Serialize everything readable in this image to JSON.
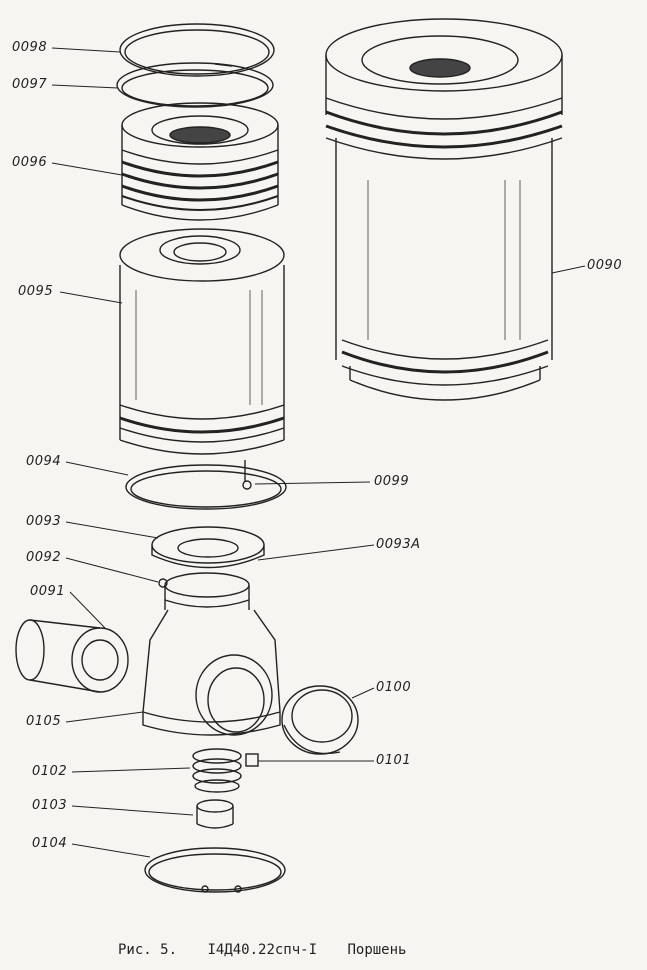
{
  "labels": {
    "p0098": "0098",
    "p0097": "0097",
    "p0096": "0096",
    "p0095": "0095",
    "p0094": "0094",
    "p0093": "0093",
    "p0092": "0092",
    "p0091": "0091",
    "p0105": "0105",
    "p0102": "0102",
    "p0103": "0103",
    "p0104": "0104",
    "p0090": "0090",
    "p0099": "0099",
    "p0093a": "0093A",
    "p0100": "0100",
    "p0101": "0101"
  },
  "caption": {
    "fig": "Рис. 5.",
    "code": "I4Д40.22спч-I",
    "title": "Поршень"
  }
}
